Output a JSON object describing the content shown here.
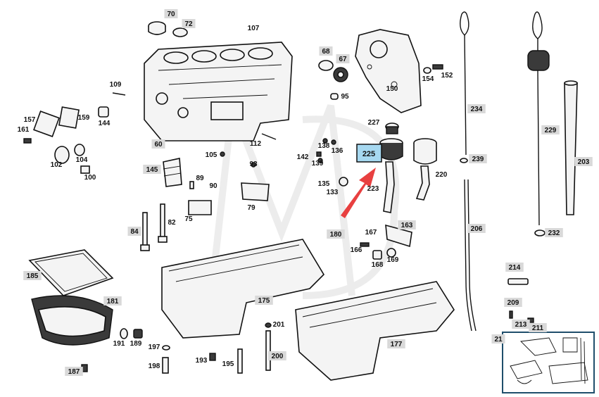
{
  "diagram": {
    "highlighted": "225",
    "callouts_boxed": [
      "70",
      "72",
      "68",
      "67",
      "234",
      "229",
      "203",
      "239",
      "206",
      "232",
      "214",
      "209",
      "213",
      "211",
      "21",
      "60",
      "145",
      "84",
      "185",
      "181",
      "200",
      "187",
      "175",
      "177",
      "163",
      "180"
    ],
    "callouts_plain": [
      "107",
      "109",
      "157",
      "159",
      "144",
      "161",
      "102",
      "104",
      "100",
      "105",
      "112",
      "93",
      "89",
      "90",
      "75",
      "79",
      "82",
      "142",
      "139",
      "138",
      "136",
      "135",
      "133",
      "227",
      "223",
      "220",
      "150",
      "154",
      "152",
      "95",
      "167",
      "166",
      "168",
      "169",
      "191",
      "189",
      "197",
      "198",
      "193",
      "195",
      "201"
    ]
  },
  "colors": {
    "highlight_fill": "#a6d8f0",
    "arrow": "#e84040",
    "inset_border": "#1f4e6b",
    "label_box": "#d9d9d9"
  }
}
